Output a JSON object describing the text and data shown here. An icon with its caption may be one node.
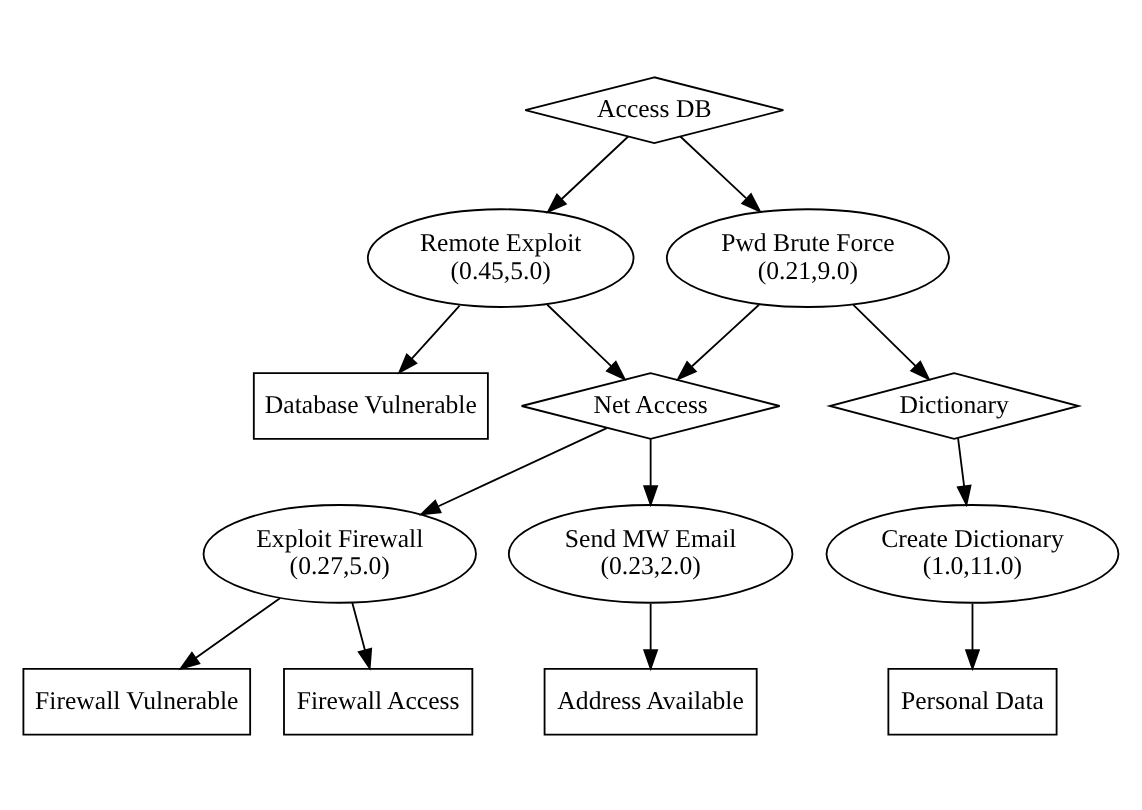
{
  "diagram": {
    "nodes": [
      {
        "text": [
          "Access DB"
        ]
      },
      {
        "text": [
          "Remote Exploit",
          "(0.45,5.0)"
        ]
      },
      {
        "text": [
          "Pwd Brute Force",
          "(0.21,9.0)"
        ]
      },
      {
        "text": [
          "Database Vulnerable"
        ]
      },
      {
        "text": [
          "Net Access"
        ]
      },
      {
        "text": [
          "Dictionary"
        ]
      },
      {
        "text": [
          "Exploit Firewall",
          "(0.27,5.0)"
        ]
      },
      {
        "text": [
          "Send MW Email",
          "(0.23,2.0)"
        ]
      },
      {
        "text": [
          "Create Dictionary",
          "(1.0,11.0)"
        ]
      },
      {
        "text": [
          "Firewall Vulnerable"
        ]
      },
      {
        "text": [
          "Firewall Access"
        ]
      },
      {
        "text": [
          "Address Available"
        ]
      },
      {
        "text": [
          "Personal Data"
        ]
      }
    ],
    "edges": [
      {
        "from": 0,
        "to": 1,
        "arrow": "to"
      },
      {
        "from": 0,
        "to": 2,
        "arrow": "to"
      },
      {
        "from": 1,
        "to": 3,
        "arrow": "to"
      },
      {
        "from": 1,
        "to": 4,
        "arrow": "to"
      },
      {
        "from": 2,
        "to": 4,
        "arrow": "to"
      },
      {
        "from": 2,
        "to": 5,
        "arrow": "to"
      },
      {
        "from": 4,
        "to": 6,
        "arrow": "to"
      },
      {
        "from": 4,
        "to": 7,
        "arrow": "to"
      },
      {
        "from": 5,
        "to": 8,
        "arrow": "to"
      },
      {
        "from": 6,
        "to": 9,
        "arrow": "to"
      },
      {
        "from": 6,
        "to": 10,
        "arrow": "to"
      },
      {
        "from": 7,
        "to": 11,
        "arrow": "to"
      },
      {
        "from": 8,
        "to": 12,
        "arrow": "to"
      }
    ]
  }
}
